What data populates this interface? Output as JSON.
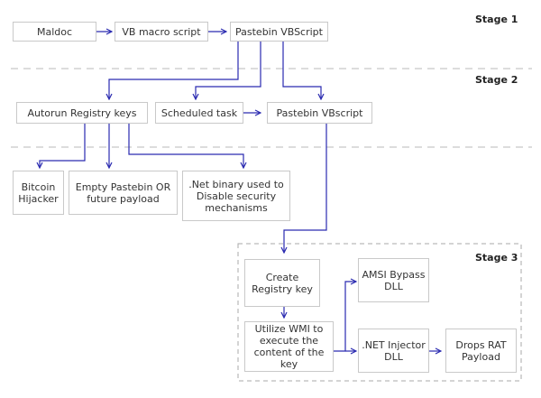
{
  "stages": {
    "s1": "Stage 1",
    "s2": "Stage 2",
    "s3": "Stage 3"
  },
  "nodes": {
    "maldoc": "Maldoc",
    "vb_macro": "VB macro script",
    "pastebin_vbs_1": "Pastebin VBScript",
    "autorun": "Autorun Registry keys",
    "scheduled": "Scheduled task",
    "pastebin_vbs_2": "Pastebin VBscript",
    "bitcoin": "Bitcoin\nHijacker",
    "empty_pastebin": "Empty Pastebin OR\nfuture payload",
    "dotnet_binary": ".Net binary used to\nDisable security\nmechanisms",
    "create_reg": "Create\nRegistry key",
    "wmi": "Utilize WMI to\nexecute the\ncontent of the key",
    "amsi": "AMSI Bypass\nDLL",
    "injector": ".NET Injector\nDLL",
    "rat": "Drops RAT\nPayload"
  },
  "colors": {
    "arrow": "#2a2ab0",
    "box_border": "#c9c9c9",
    "divider": "#c8c8c8"
  }
}
